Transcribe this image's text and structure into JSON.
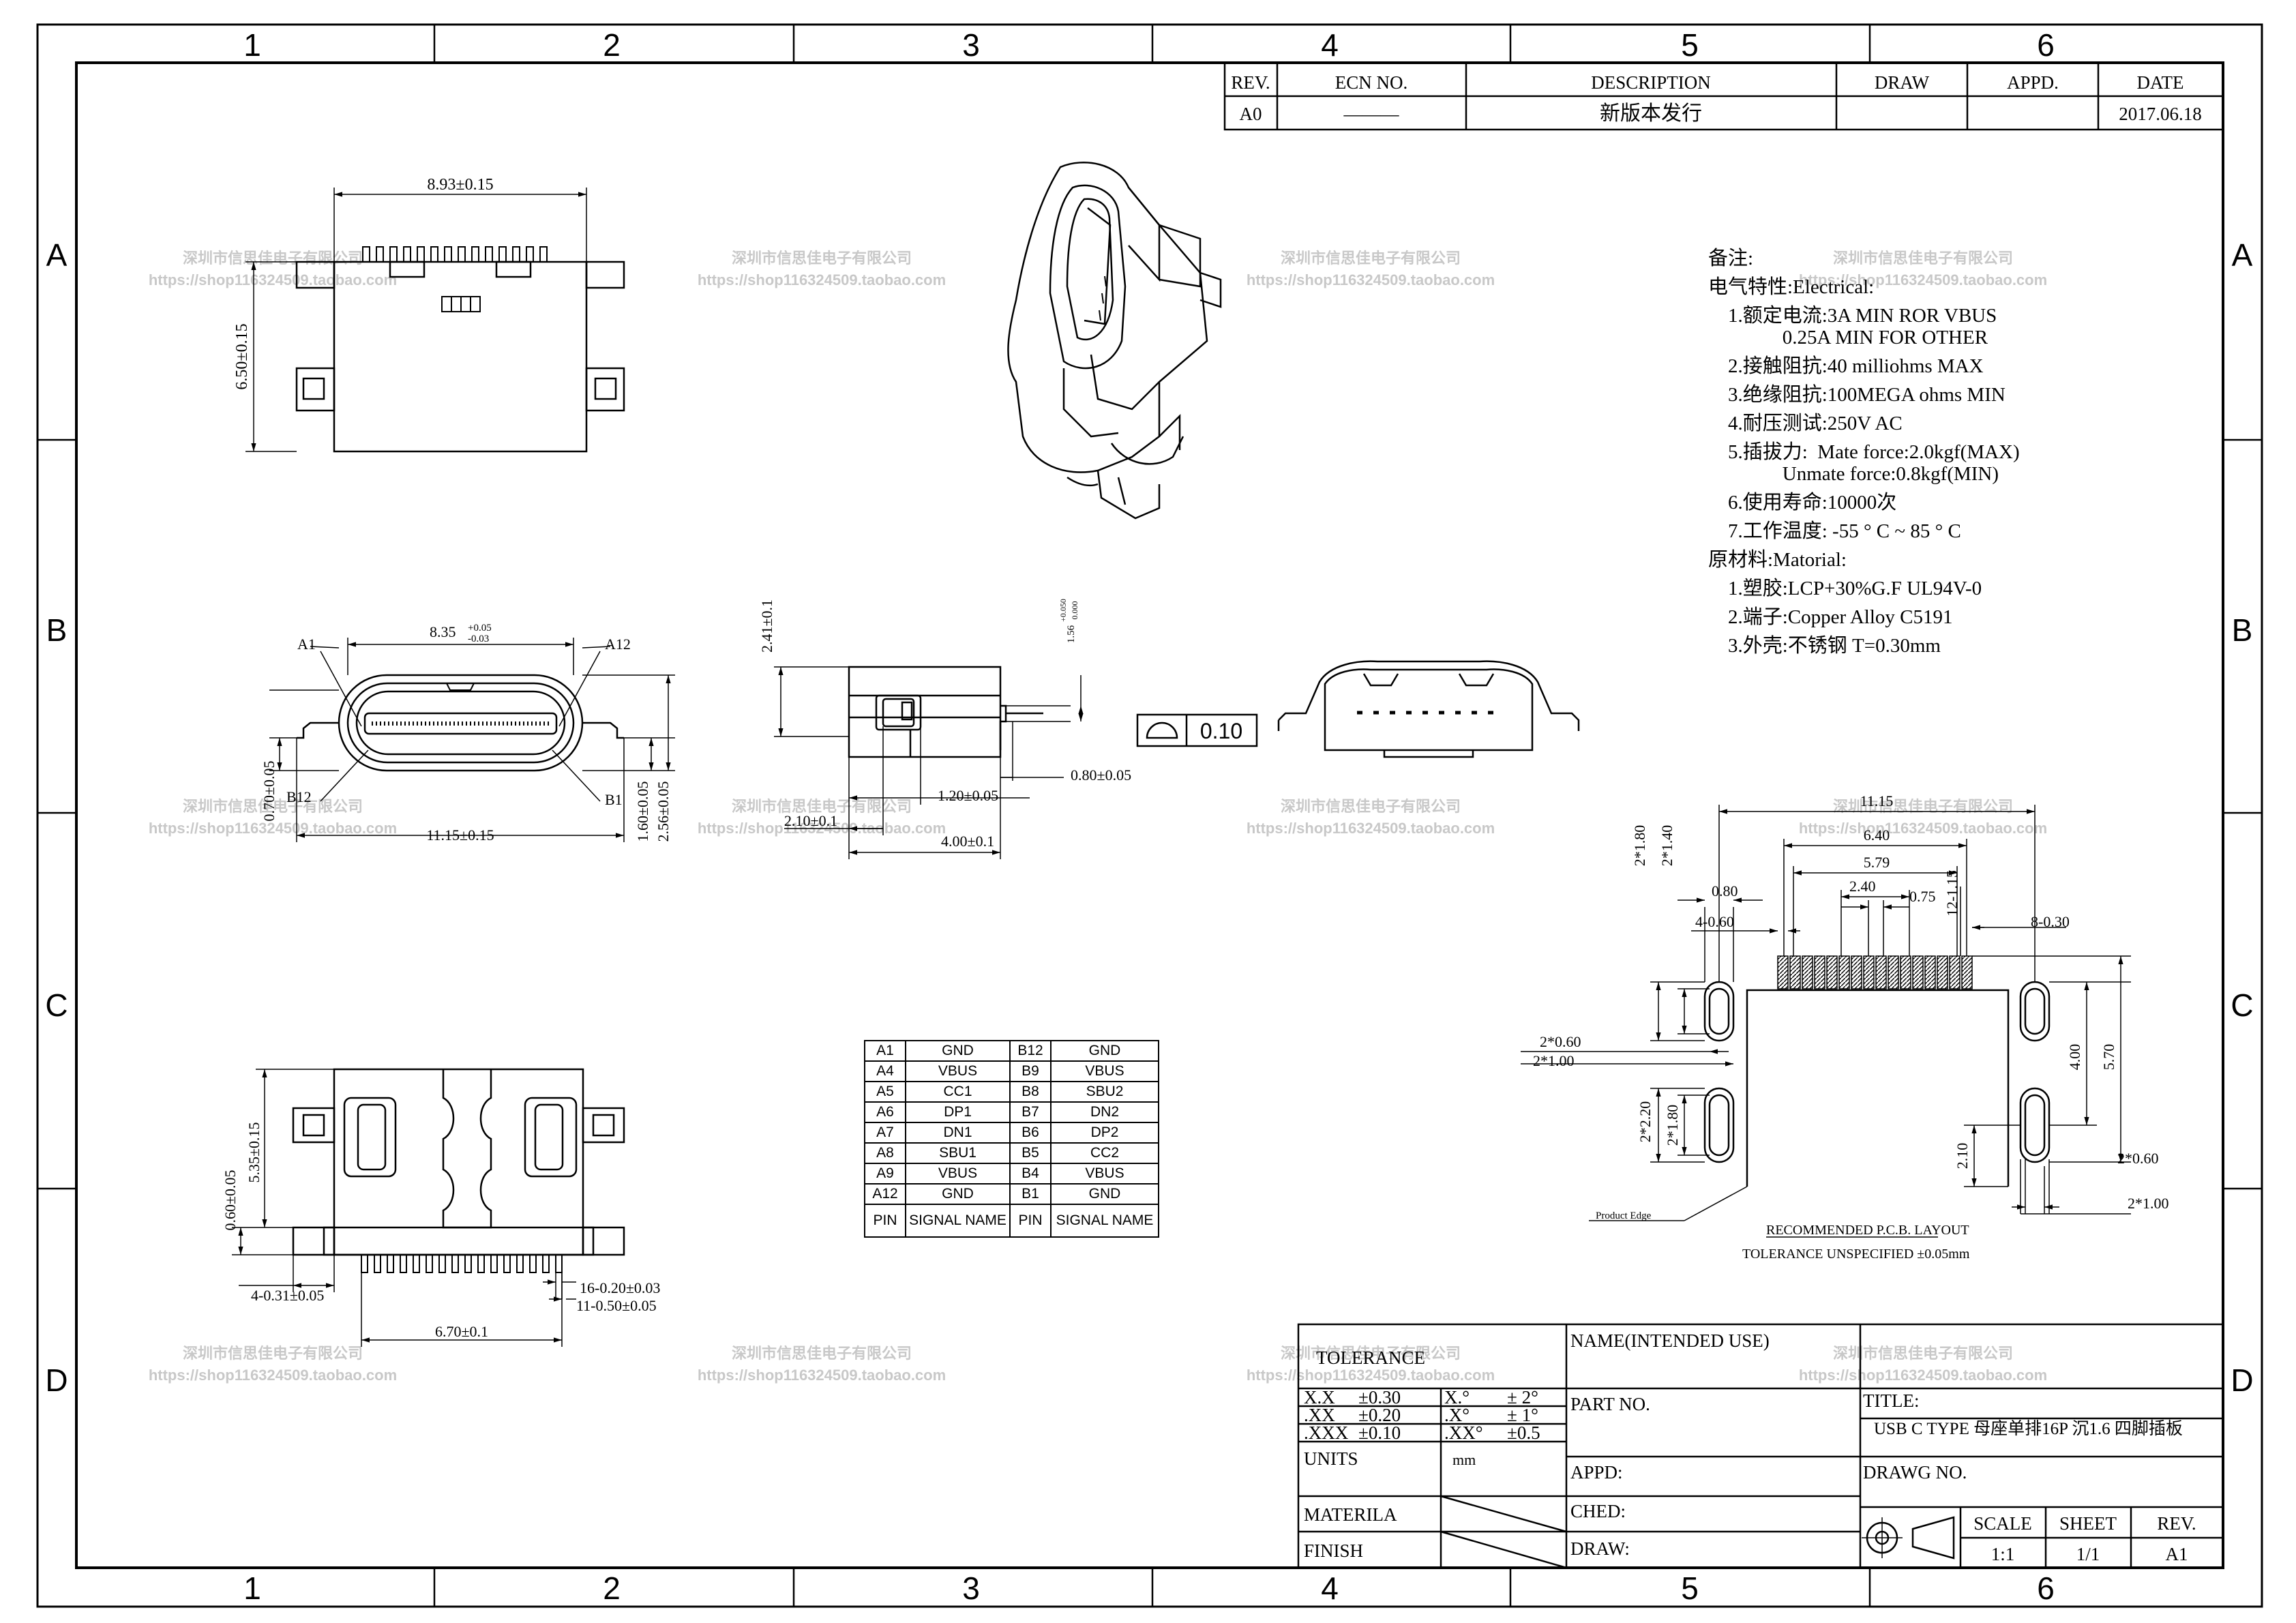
{
  "frame": {
    "columns": [
      "1",
      "2",
      "3",
      "4",
      "5",
      "6"
    ],
    "rows": [
      "A",
      "B",
      "C",
      "D"
    ]
  },
  "revision_block": {
    "headers": [
      "REV.",
      "ECN NO.",
      "DESCRIPTION",
      "DRAW",
      "APPD.",
      "DATE"
    ],
    "row": {
      "rev": "A0",
      "ecn": "———",
      "description": "新版本发行",
      "draw": "",
      "appd": "",
      "date": "2017.06.18"
    }
  },
  "watermark": {
    "line1": "深圳市信思佳电子有限公司",
    "line2": "https://shop116324509.taobao.com"
  },
  "top_view": {
    "width_dim": "8.93±0.15",
    "height_dim": "6.50±0.15"
  },
  "front_view": {
    "inner_dim": "8.35",
    "inner_tol_plus": "+0.05",
    "inner_tol_minus": "-0.03",
    "outer_dim": "11.15±0.15",
    "h1": "0.70±0.05",
    "h2": "1.60±0.05",
    "h3": "2.56±0.05",
    "label_a1": "A1",
    "label_a12": "A12",
    "label_b12": "B12",
    "label_b1": "B1"
  },
  "side_view": {
    "height": "2.41±0.1",
    "tiny_dim": "1.56",
    "tiny_tol_plus": "+0.050",
    "tiny_tol_minus": "0.000",
    "d1": "0.80±0.05",
    "d2": "1.20±0.05",
    "d3": "2.10±0.1",
    "d4": "4.00±0.1"
  },
  "flatness": {
    "value": "0.10"
  },
  "bottom_view": {
    "h1": "5.35±0.15",
    "h2": "0.60±0.05",
    "d1": "4-0.31±0.05",
    "d2": "16-0.20±0.03",
    "d3": "11-0.50±0.05",
    "d4": "6.70±0.1"
  },
  "pin_table": {
    "rows": [
      [
        "A1",
        "GND",
        "B12",
        "GND"
      ],
      [
        "A4",
        "VBUS",
        "B9",
        "VBUS"
      ],
      [
        "A5",
        "CC1",
        "B8",
        "SBU2"
      ],
      [
        "A6",
        "DP1",
        "B7",
        "DN2"
      ],
      [
        "A7",
        "DN1",
        "B6",
        "DP2"
      ],
      [
        "A8",
        "SBU1",
        "B5",
        "CC2"
      ],
      [
        "A9",
        "VBUS",
        "B4",
        "VBUS"
      ],
      [
        "A12",
        "GND",
        "B1",
        "GND"
      ]
    ],
    "header": [
      "PIN",
      "SIGNAL NAME",
      "PIN",
      "SIGNAL NAME"
    ]
  },
  "notes": {
    "lines": [
      "备注:",
      "电气特性:Electrical:",
      "    1.额定电流:3A MIN ROR VBUS",
      "               0.25A MIN FOR OTHER",
      "    2.接触阻抗:40 milliohms MAX",
      "    3.绝缘阻抗:100MEGA ohms MIN",
      "    4.耐压测试:250V AC",
      "    5.插拔力:  Mate force:2.0kgf(MAX)",
      "               Unmate force:0.8kgf(MIN)",
      "    6.使用寿命:10000次",
      "    7.工作温度: -55 ° C ~ 85 ° C",
      "原材料:Matorial:",
      "    1.塑胶:LCP+30%G.F UL94V-0",
      "    2.端子:Copper Alloy C5191",
      "    3.外壳:不锈钢 T=0.30mm"
    ]
  },
  "pcb_layout": {
    "d_1115": "11.15",
    "d_640": "6.40",
    "d_579": "5.79",
    "d_240": "2.40",
    "d_075": "0.75",
    "d_080": "0.80",
    "d_460": "4-0.60",
    "d_830": "8-0.30",
    "d_1215": "12-1.15",
    "d_2x180a": "2*1.80",
    "d_2x140": "2*1.40",
    "d_2x060a": "2*0.60",
    "d_2x100a": "2*1.00",
    "d_2x220": "2*2.20",
    "d_2x180b": "2*1.80",
    "d_400": "4.00",
    "d_570": "5.70",
    "d_210": "2.10",
    "d_2x060b": "2*0.60",
    "d_2x100b": "2*1.00",
    "edge_label": "Product Edge",
    "caption": "RECOMMENDED  P.C.B. LAYOUT",
    "tolerance": "TOLERANCE UNSPECIFIED ±0.05mm"
  },
  "title_block": {
    "tolerance_title": "TOLERANCE",
    "tol_rows": [
      [
        "X.X",
        "±0.30",
        "X.°",
        "± 2°"
      ],
      [
        ".XX",
        "±0.20",
        ".X°",
        "± 1°"
      ],
      [
        ".XXX",
        "±0.10",
        ".XX°",
        "±0.5"
      ]
    ],
    "units_label": "UNITS",
    "units_value": "mm",
    "material_label": "MATERILA",
    "finish_label": "FINISH",
    "name_label": "NAME(INTENDED USE)",
    "part_label": "PART NO.",
    "appd_label": "APPD:",
    "ched_label": "CHED:",
    "draw_label": "DRAW:",
    "title_label": "TITLE:",
    "title_value": "USB C TYPE 母座单排16P 沉1.6 四脚插板",
    "drawg_label": "DRAWG NO.",
    "scale_label": "SCALE",
    "scale_value": "1:1",
    "sheet_label": "SHEET",
    "sheet_value": "1/1",
    "rev_label": "REV.",
    "rev_value": "A1"
  }
}
